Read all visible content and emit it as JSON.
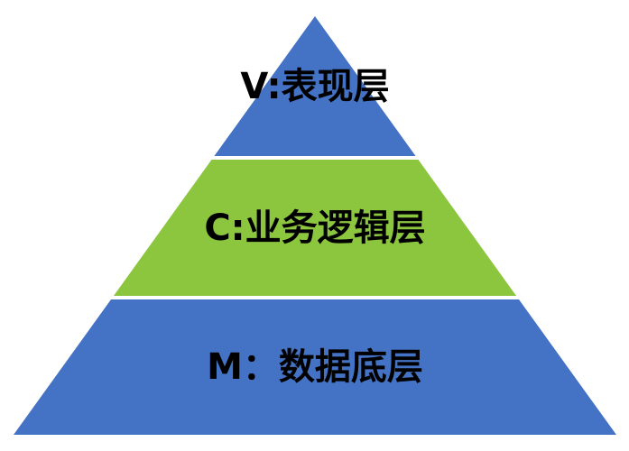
{
  "diagram": {
    "type": "pyramid",
    "background_color": "#ffffff",
    "text_color": "#000000",
    "layers": [
      {
        "position": "top",
        "label": "V:表现层",
        "color": "#4472c4"
      },
      {
        "position": "middle",
        "label": "C:业务逻辑层",
        "color": "#8cc63f"
      },
      {
        "position": "bottom",
        "label": "M：数据底层",
        "color": "#4472c4"
      }
    ]
  }
}
